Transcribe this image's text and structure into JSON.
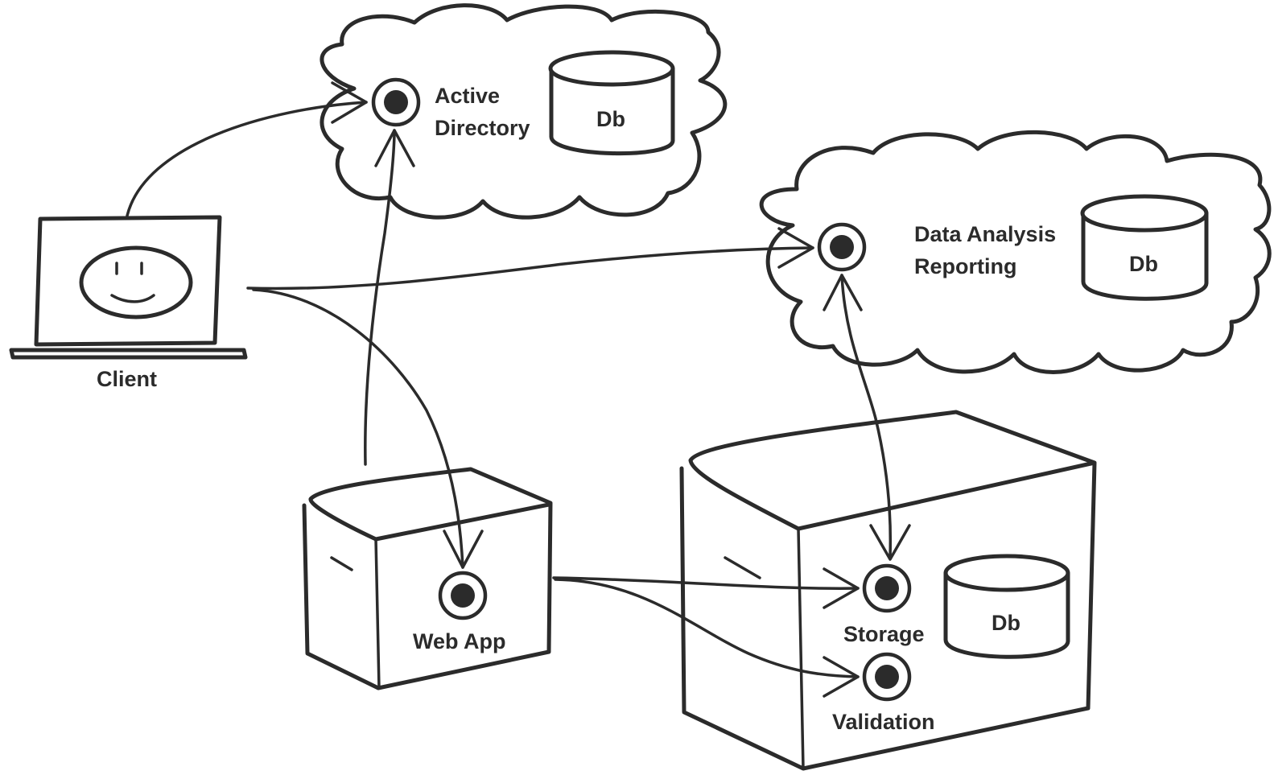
{
  "nodes": {
    "active_directory": {
      "line1": "Active",
      "line2": "Directory",
      "db_label": "Db"
    },
    "data_analysis": {
      "line1": "Data Analysis",
      "line2": "Reporting",
      "db_label": "Db"
    },
    "client": {
      "label": "Client"
    },
    "web_app": {
      "label": "Web App"
    },
    "storage": {
      "label": "Storage",
      "db_label": "Db"
    },
    "validation": {
      "label": "Validation"
    }
  },
  "colors": {
    "stroke": "#2b2b2b",
    "background": "#ffffff"
  }
}
